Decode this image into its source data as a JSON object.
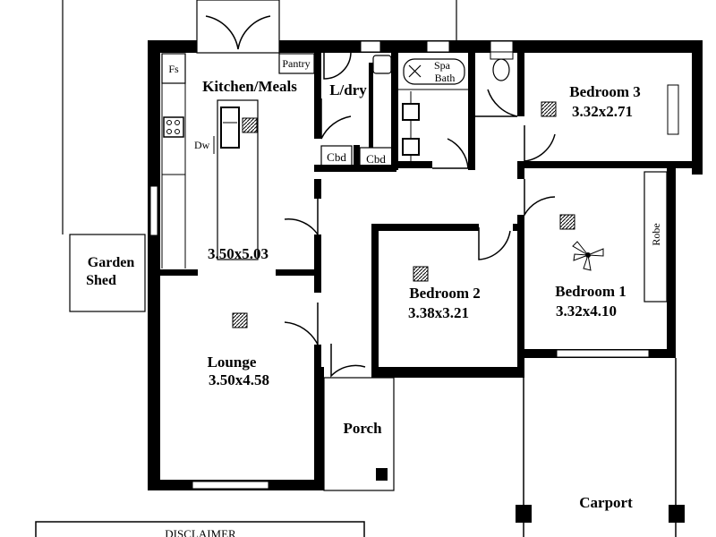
{
  "rooms": {
    "kitchen": {
      "name": "Kitchen/Meals",
      "size": "3.50x5.03"
    },
    "lounge": {
      "name": "Lounge",
      "size": "3.50x4.58"
    },
    "bedroom1": {
      "name": "Bedroom 1",
      "size": "3.32x4.10"
    },
    "bedroom2": {
      "name": "Bedroom 2",
      "size": "3.38x3.21"
    },
    "bedroom3": {
      "name": "Bedroom 3",
      "size": "3.32x2.71"
    },
    "laundry": {
      "name": "L/dry"
    },
    "porch": {
      "name": "Porch"
    },
    "carport": {
      "name": "Carport"
    },
    "garden_shed": {
      "line1": "Garden",
      "line2": "Shed"
    }
  },
  "fixtures": {
    "fridge": "Fs",
    "pantry": "Pantry",
    "dishwasher": "Dw",
    "cupboard1": "Cbd",
    "cupboard2": "Cbd",
    "spa_bath_line1": "Spa",
    "spa_bath_line2": "Bath",
    "robe": "Robe"
  },
  "disclaimer": "DISCLAIMER"
}
